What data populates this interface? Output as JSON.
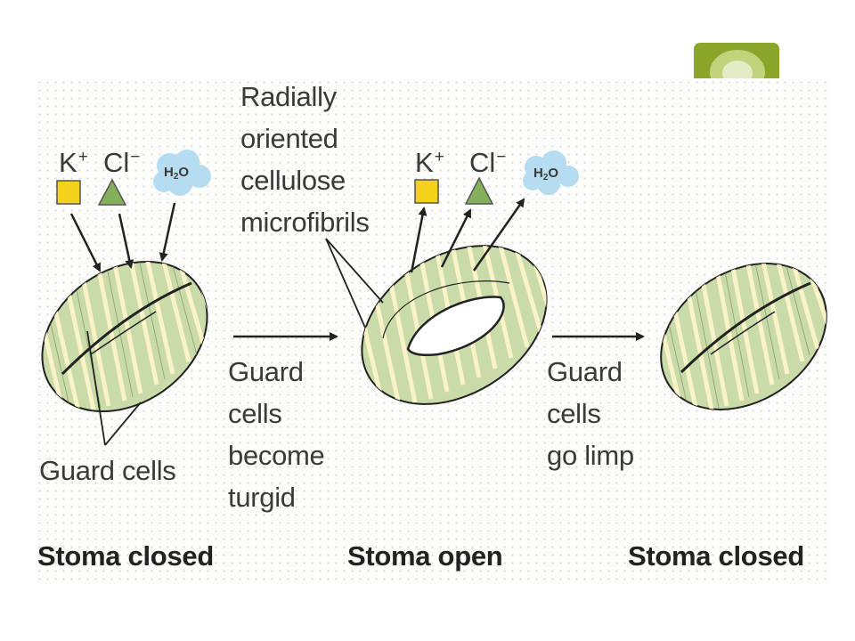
{
  "labels": {
    "microfibrils": [
      "Radially",
      "oriented",
      "cellulose",
      "microfibrils"
    ],
    "guard_cells": "Guard cells",
    "turgid": [
      "Guard",
      "cells",
      "become",
      "turgid"
    ],
    "limp": [
      "Guard",
      "cells",
      "go limp"
    ]
  },
  "ions": {
    "k": "K",
    "k_charge": "+",
    "cl": "Cl",
    "cl_charge": "−",
    "water": "H",
    "water_sub": "2",
    "water_tail": "O"
  },
  "captions": [
    "Stoma closed",
    "Stoma open",
    "Stoma closed"
  ],
  "colors": {
    "cell_fill": "#c9dba9",
    "stripe": "#fdf5c9",
    "potassium": "#f4d11b",
    "chloride": "#84b05c",
    "water": "#b6dcf1",
    "badge": "#8aa52a"
  }
}
